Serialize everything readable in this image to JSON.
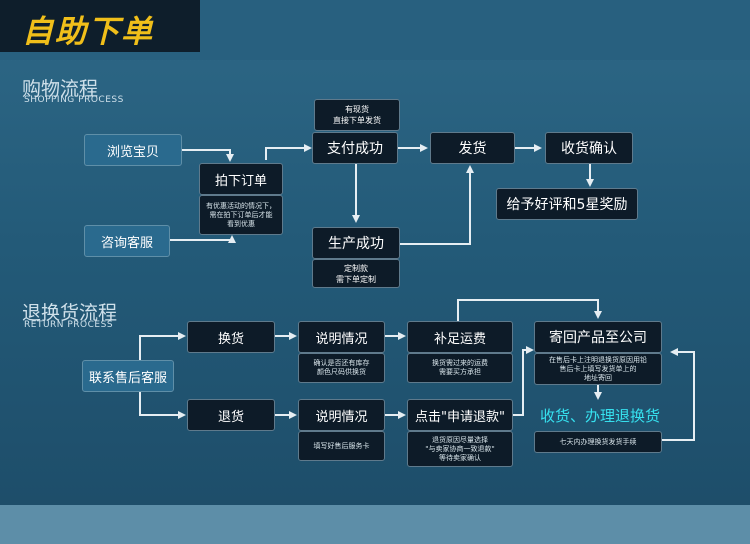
{
  "header": {
    "title": "自助下单"
  },
  "shopping": {
    "title": "购物流程",
    "subtitle": "SHOPPING PROCESS",
    "browse": "浏览宝贝",
    "consult": "咨询客服",
    "place_order": "拍下订单",
    "place_order_note": [
      "有优惠活动的情况下，",
      "需在拍下订单后才能",
      "看到优惠"
    ],
    "in_stock_note": [
      "有现货",
      "直接下单发货"
    ],
    "paid": "支付成功",
    "ship": "发货",
    "receive": "收货确认",
    "review": "给予好评和5星奖励",
    "produced": "生产成功",
    "custom_note": [
      "定制款",
      "需下单定制"
    ]
  },
  "returns": {
    "title": "退换货流程",
    "subtitle": "RETURN PROCESS",
    "contact": "联系售后客服",
    "exchange": "换货",
    "refund": "退货",
    "explain1": "说明情况",
    "explain1_note": [
      "确认是否还有库存",
      "颜色尺码供换货"
    ],
    "explain2": "说明情况",
    "explain2_note": [
      "填写好售后服务卡"
    ],
    "shipping_fee": "补足运费",
    "shipping_fee_note": [
      "换货需过来的运费",
      "需要买方承担"
    ],
    "apply_refund": "点击\"申请退款\"",
    "apply_refund_note": [
      "退货原因尽量选择",
      "\"与卖家协商一致退款\"",
      "等待卖家确认"
    ],
    "send_back": "寄回产品至公司",
    "send_back_note": [
      "在售后卡上注明退换货原因用铅",
      "售后卡上填写发货单上的",
      "地址寄回"
    ],
    "handle": "收货、办理退换货",
    "handle_note": [
      "七天内办理换货发货手续"
    ]
  }
}
